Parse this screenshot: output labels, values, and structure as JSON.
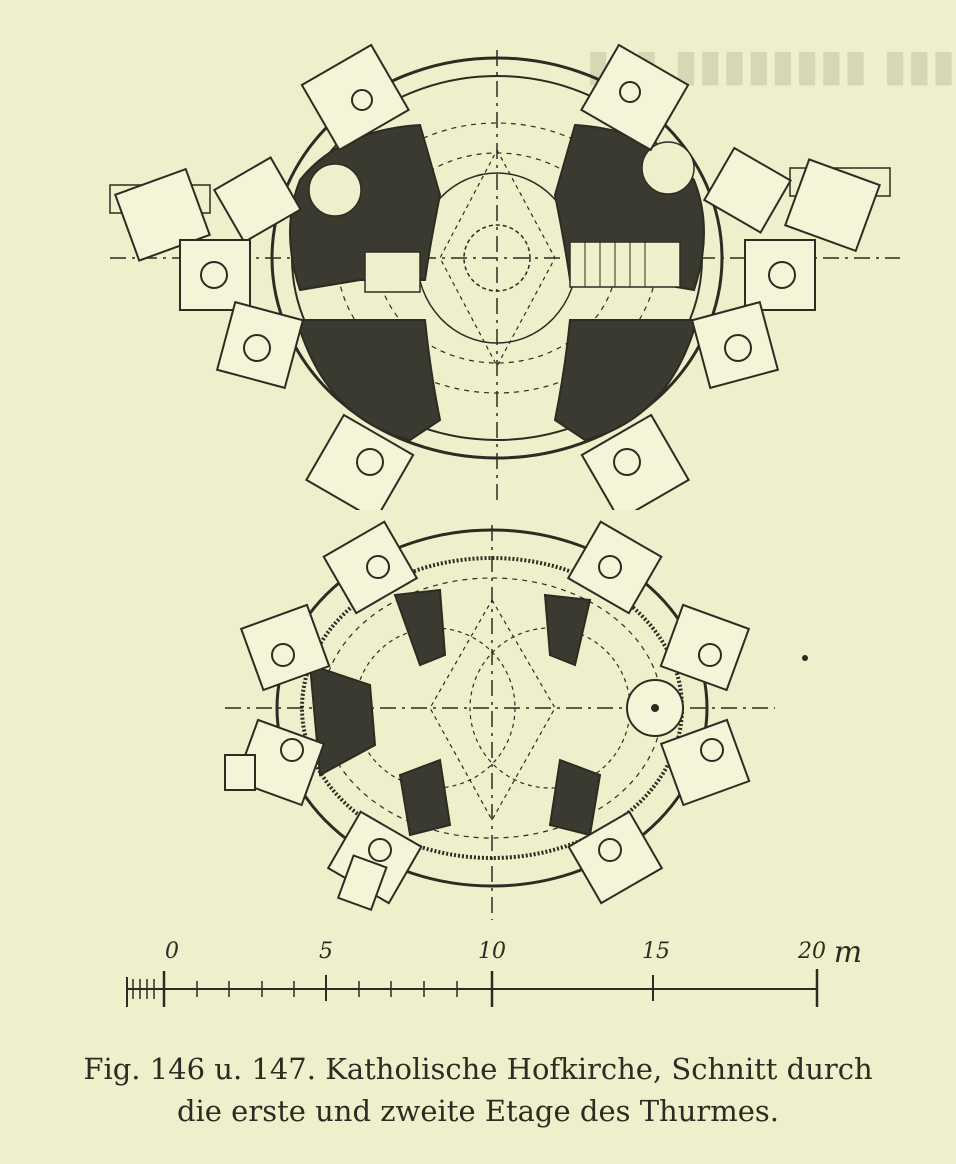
{
  "figure": {
    "scale_bar": {
      "ticks": [
        "0",
        "5",
        "10",
        "15",
        "20"
      ],
      "unit": "m"
    },
    "caption": {
      "line1": "Fig. 146 u. 147.  Katholische Hofkirche, Schnitt durch",
      "line2": "die erste und zweite Etage des Thurmes."
    }
  }
}
